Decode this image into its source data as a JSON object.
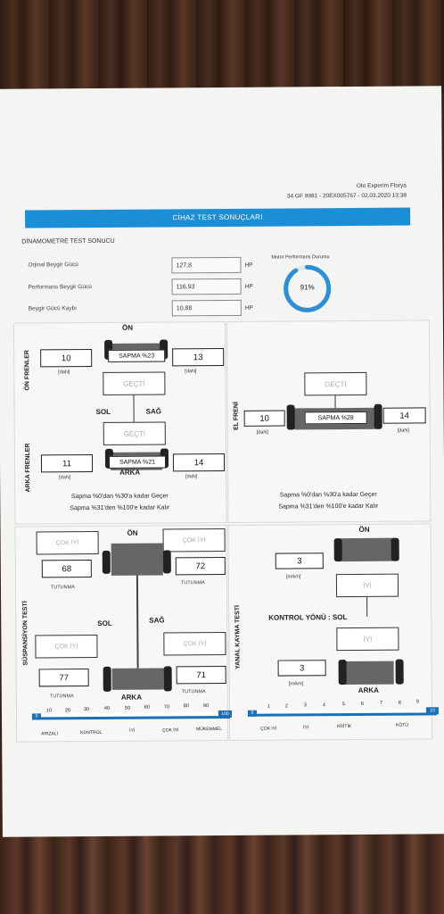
{
  "header": {
    "company": "Oto Experim Florya",
    "ref_line": "34 GF 9981 - 20EX005767 - 02.03.2020 13:38"
  },
  "banner_title": "CİHAZ TEST SONUÇLARI",
  "dyno": {
    "title": "DİNAMOMETRE TEST SONUCU",
    "rows": [
      {
        "label": "Orjinal Beygir Gücü",
        "value": "127,8",
        "unit": "HP"
      },
      {
        "label": "Performans Beygir Gücü",
        "value": "116,93",
        "unit": "HP"
      },
      {
        "label": "Beygir Gücü Kaybı",
        "value": "10,88",
        "unit": "HP"
      }
    ],
    "gauge_title": "Motor Performans Durumu",
    "gauge_value": "91%",
    "gauge_fraction": 0.91
  },
  "brakes": {
    "front_label": "ÖN FRENLER",
    "rear_label": "ARKA FRENLER",
    "on": "ÖN",
    "arka": "ARKA",
    "sol": "SOL",
    "sag": "SAĞ",
    "front_left": "10",
    "front_right": "13",
    "front_dev": "SAPMA %23",
    "rear_left": "11",
    "rear_right": "14",
    "rear_dev": "SAPMA %21",
    "unit": "[daN]",
    "status_front": "GEÇTİ",
    "status_rear": "GEÇTİ",
    "note1": "Sapma %0'dan %30'a kadar Geçer",
    "note2": "Sapma %31'den %100'e kadar Kalır"
  },
  "hand_brake": {
    "label": "EL FRENİ",
    "left": "10",
    "right": "14",
    "dev": "SAPMA %28",
    "unit": "[daN]",
    "status": "GEÇTİ",
    "note1": "Sapma %0'dan %30'a kadar Geçer",
    "note2": "Sapma %31'den %100'e kadar Kalır"
  },
  "suspension": {
    "label": "SÜSPANSİYON TESTİ",
    "on": "ÖN",
    "arka": "ARKA",
    "sol": "SOL",
    "sag": "SAĞ",
    "fl_status": "ÇOK İYİ",
    "fr_status": "ÇOK İYİ",
    "rl_status": "ÇOK İYİ",
    "rr_status": "ÇOK İYİ",
    "fl": "68",
    "fr": "72",
    "rl": "77",
    "rr": "71",
    "unit": "TUTUNMA",
    "scale_start": "0",
    "scale_ticks": [
      "10",
      "20",
      "30",
      "40",
      "50",
      "60",
      "70",
      "80",
      "90"
    ],
    "scale_end": "100",
    "scale_labels": [
      "ARIZALI",
      "KONTROL",
      "İYİ",
      "ÇOK İYİ",
      "MÜKEMMEL"
    ]
  },
  "side_slip": {
    "label": "YANAL KAYMA TESTİ",
    "on": "ÖN",
    "arka": "ARKA",
    "front": "3",
    "rear": "3",
    "unit": "[m/km]",
    "status_front": "İYİ",
    "status_rear": "İYİ",
    "direction": "KONTROL YÖNÜ : SOL",
    "scale_start": "0",
    "scale_ticks": [
      "1",
      "2",
      "3",
      "4",
      "5",
      "6",
      "7",
      "8",
      "9"
    ],
    "scale_end": "10",
    "scale_labels": [
      "ÇOK İYİ",
      "İYİ",
      "KRİTİK",
      "KÖTÜ"
    ]
  },
  "colors": {
    "accent": "#1a8ed6",
    "scale": "#1a6fb5"
  }
}
